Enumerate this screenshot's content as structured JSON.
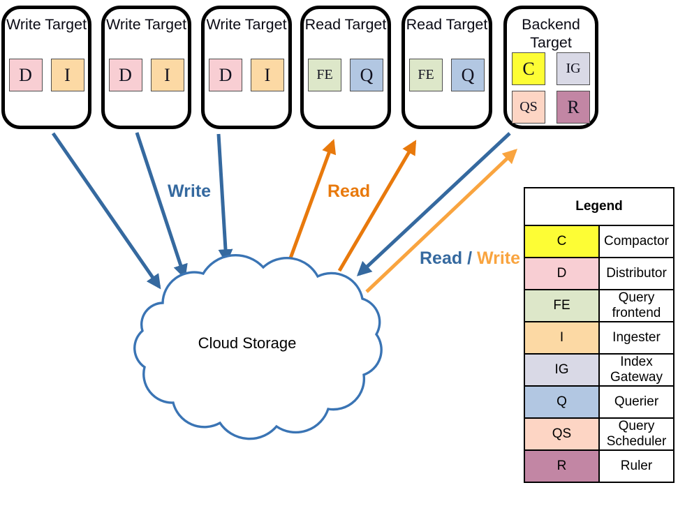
{
  "colors": {
    "blue": "#35699f",
    "orange": "#e8790c",
    "orange-light": "#f9a43f",
    "cloud-stroke": "#3a74b4",
    "comp-c": "#fdfd35",
    "comp-d": "#f8ced3",
    "comp-fe": "#dde7c9",
    "comp-i": "#fcd9a4",
    "comp-ig": "#d9d9e6",
    "comp-q": "#b2c7e2",
    "comp-qs": "#fdd5c4",
    "comp-r": "#c286a4"
  },
  "targets": [
    {
      "label": "Write Target",
      "components": [
        {
          "label": "D"
        },
        {
          "label": "I"
        }
      ]
    },
    {
      "label": "Write Target",
      "components": [
        {
          "label": "D"
        },
        {
          "label": "I"
        }
      ]
    },
    {
      "label": "Write Target",
      "components": [
        {
          "label": "D"
        },
        {
          "label": "I"
        }
      ]
    },
    {
      "label": "Read Target",
      "components": [
        {
          "label": "FE"
        },
        {
          "label": "Q"
        }
      ]
    },
    {
      "label": "Read Target",
      "components": [
        {
          "label": "FE"
        },
        {
          "label": "Q"
        }
      ]
    },
    {
      "label": "Backend Target",
      "components": [
        {
          "label": "C"
        },
        {
          "label": "IG"
        },
        {
          "label": "QS"
        },
        {
          "label": "R"
        }
      ]
    }
  ],
  "cloud": {
    "label": "Cloud Storage"
  },
  "flow_labels": {
    "write": "Write",
    "read": "Read",
    "read_write": {
      "read": "Read",
      "sep": " / ",
      "write": "Write"
    }
  },
  "legend": {
    "title": "Legend",
    "rows": [
      {
        "key": "C",
        "name": "Compactor"
      },
      {
        "key": "D",
        "name": "Distributor"
      },
      {
        "key": "FE",
        "name": "Query frontend"
      },
      {
        "key": "I",
        "name": "Ingester"
      },
      {
        "key": "IG",
        "name": "Index Gateway"
      },
      {
        "key": "Q",
        "name": "Querier"
      },
      {
        "key": "QS",
        "name": "Query Scheduler"
      },
      {
        "key": "R",
        "name": "Ruler"
      }
    ]
  }
}
